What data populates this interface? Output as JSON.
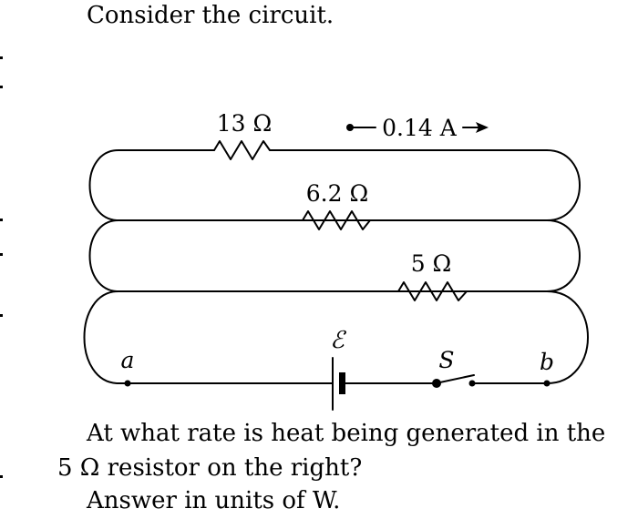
{
  "problem": {
    "intro": "Consider the circuit.",
    "question_line1": "At what rate is heat being generated in the",
    "question_line2": "5 Ω resistor on the right?",
    "answer_units": "Answer in units of  W."
  },
  "circuit": {
    "resistor_top_label": "13 Ω",
    "resistor_middle_label": "6.2 Ω",
    "resistor_bottom_label": "5 Ω",
    "current_label": "0.14 A",
    "emf_label": "ℰ",
    "switch_label": "S",
    "node_a_label": "a",
    "node_b_label": "b"
  }
}
